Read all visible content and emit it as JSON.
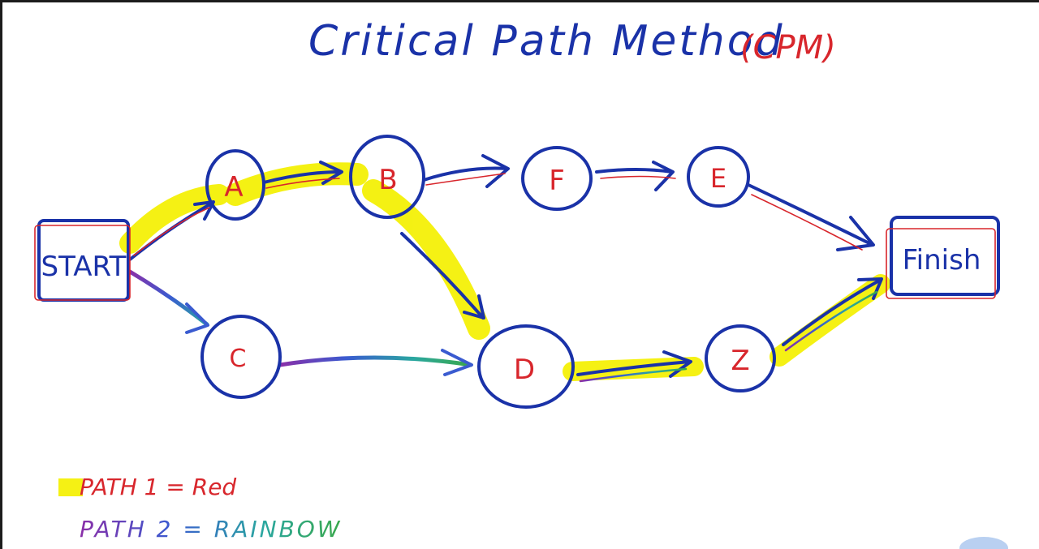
{
  "title": {
    "main": "Critical Path Method",
    "abbr": "(CPM)"
  },
  "nodes": {
    "start": "START",
    "a": "A",
    "b": "B",
    "c": "C",
    "d": "D",
    "f": "F",
    "e": "E",
    "z": "Z",
    "finish": "Finish"
  },
  "legend": {
    "path1": "PATH 1 = Red",
    "path2": "PATH 2 = RAINBOW"
  },
  "colors": {
    "ink_blue": "#1a32a8",
    "ink_red": "#d8262c",
    "highlight": "#f4f000",
    "rainbow": [
      "#8a2fa8",
      "#3a5bd0",
      "#2aa7a0",
      "#3aa84a"
    ]
  }
}
